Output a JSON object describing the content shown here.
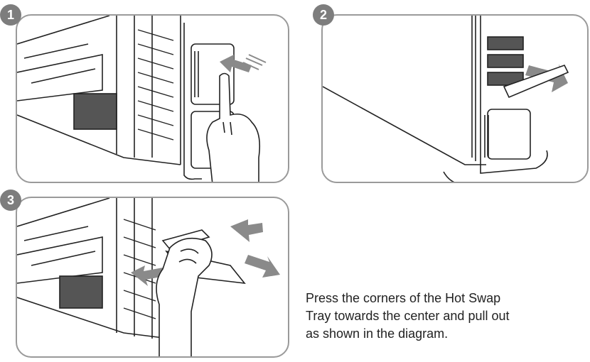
{
  "steps": [
    {
      "number": "1",
      "icons": [
        "pc-case-interior",
        "front-bay-door",
        "pointing-hand",
        "push-arrow"
      ]
    },
    {
      "number": "2",
      "icons": [
        "pc-case-side",
        "hot-swap-tray-bay",
        "pull-arrow"
      ]
    },
    {
      "number": "3",
      "icons": [
        "pc-case-interior",
        "hot-swap-tray",
        "gripping-hand",
        "press-arrow",
        "pull-arrow"
      ]
    }
  ],
  "caption": {
    "line1": "Press the corners of the Hot Swap",
    "line2": "Tray towards the center and pull out",
    "line3": "as shown in the diagram."
  },
  "colors": {
    "badge": "#7d7d7d",
    "panel_border": "#9a9a9a",
    "arrow": "#8a8a8a",
    "line_art": "#222222"
  }
}
